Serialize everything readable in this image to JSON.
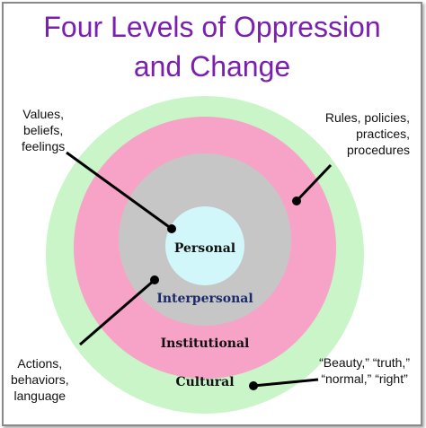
{
  "title": {
    "line1": "Four Levels of Oppression",
    "line2": "and Change"
  },
  "colors": {
    "title": "#7a1fb0",
    "cultural_ring": "#c9f5c8",
    "institutional_ring": "#f7a3c7",
    "interpersonal_ring": "#c6c6c6",
    "personal_core": "#d2f7fb",
    "interpersonal_text": "#1b2a6b"
  },
  "levels": {
    "personal": "Personal",
    "interpersonal": "Interpersonal",
    "institutional": "Institutional",
    "cultural": "Cultural"
  },
  "annotations": {
    "personal": [
      "Values,",
      "beliefs,",
      "feelings"
    ],
    "institutional": [
      "Rules, policies,",
      "practices,",
      "procedures"
    ],
    "interpersonal": [
      "Actions,",
      "behaviors,",
      "language"
    ],
    "cultural": [
      "“Beauty,” “truth,”",
      "“normal,” “right”"
    ]
  }
}
